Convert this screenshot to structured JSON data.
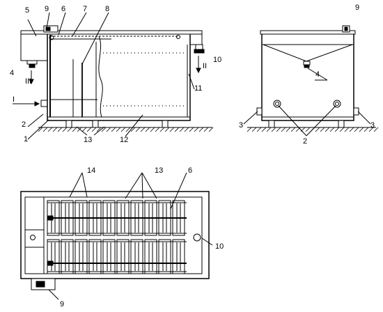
{
  "labels": {
    "l1": "1",
    "l2": "2",
    "l4": "4",
    "l5": "5",
    "l6": "6",
    "l7": "7",
    "l8": "8",
    "l9": "9",
    "l10": "10",
    "l11": "11",
    "l12": "12",
    "l13": "13",
    "inI": "I",
    "outII": "II",
    "outIII": "III",
    "r9": "9",
    "r4": "4",
    "r3a": "3",
    "r3b": "3",
    "r2": "2",
    "b14": "14",
    "b13": "13",
    "b6": "6",
    "b10": "10",
    "b9": "9"
  }
}
